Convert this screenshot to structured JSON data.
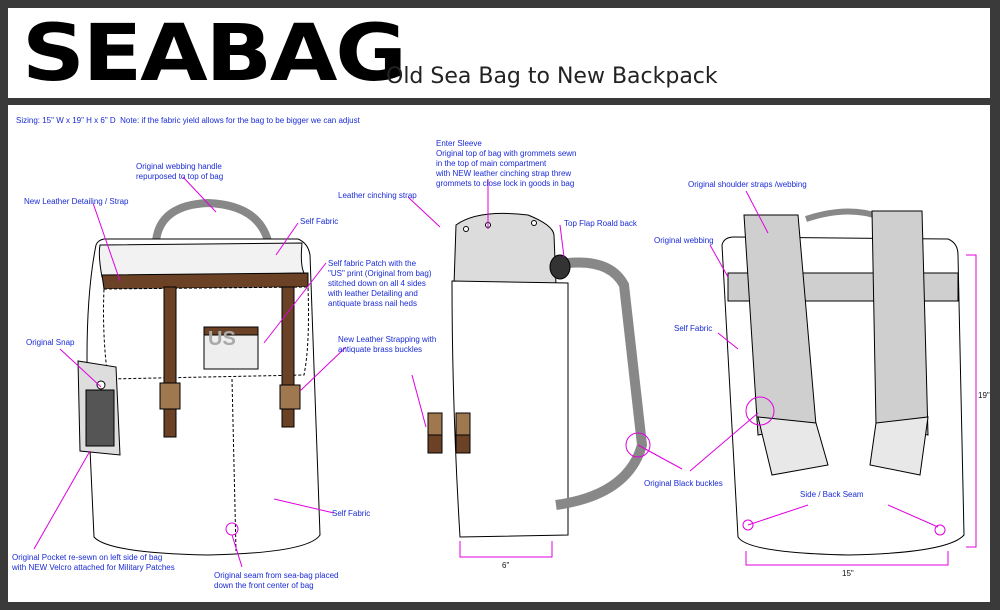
{
  "header": {
    "logo_text": "SEABAG",
    "subtitle": "Old Sea Bag to New Backpack"
  },
  "sizing_note": "Sizing: 15\" W x 19\" H x 6\" D  Note: if the fabric yield allows for the bag to be bigger we can adjust",
  "patch_text": "US",
  "callouts": {
    "webbing_handle": "Original webbing handle\nrepurposed to top of bag",
    "leather_detailing": "New Leather Detailing / Strap",
    "self_fabric_top": "Self Fabric",
    "self_fabric_patch": "Self fabric Patch with the\n\"US\" print (Original from bag)\nstitched down on all 4 sides\nwith leather Detailing and\nantiquate brass nail heds",
    "original_snap": "Original Snap",
    "leather_strapping": "New Leather Strapping with\nantiquate brass buckles",
    "self_fabric_bottom": "Self Fabric",
    "original_pocket": "Original Pocket re-sewn on left side of bag\nwith NEW Velcro attached for Military Patches",
    "original_seam": "Original seam from sea-bag placed\ndown the front center of bag",
    "enter_sleeve": "Enter Sleeve\nOriginal top of bag with grommets sewn\nin the top of main compartment\nwith NEW leather cinching strap threw\ngrommets to close lock in goods in bag",
    "leather_cinching": "Leather cinching strap",
    "top_flap": "Top Flap Roald back",
    "original_black_buckles": "Original Black buckles",
    "shoulder_straps": "Original shoulder straps /webbing",
    "original_webbing": "Original webbing",
    "self_fabric_back": "Self Fabric",
    "side_back_seam": "Side / Back Seam"
  },
  "dimensions": {
    "depth": "6\"",
    "width": "15\"",
    "height": "19\""
  },
  "colors": {
    "callout_line": "#e000e0",
    "label_text": "#1a2bd6",
    "leather": "#6b4226",
    "webbing": "#c8c8c8"
  }
}
